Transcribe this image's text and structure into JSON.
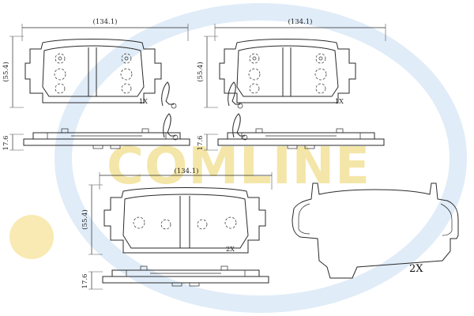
{
  "watermark": {
    "text": "COMLINE",
    "ring_color": "#cfe2f3",
    "text_color": "#f4e6a8",
    "dot_color": "#f2c94c"
  },
  "pad_top_left": {
    "width_dim": "(134.1)",
    "height_dim": "(55.4)",
    "thickness_dim": "17.6",
    "qty": "1X"
  },
  "pad_top_right": {
    "width_dim": "(134.1)",
    "height_dim": "(55.4)",
    "thickness_dim": "17.6",
    "qty": "1X"
  },
  "pad_bottom": {
    "width_dim": "(134.1)",
    "height_dim": "(55.4)",
    "thickness_dim": "17.6",
    "qty": "2X"
  },
  "shim": {
    "qty": "2X"
  }
}
